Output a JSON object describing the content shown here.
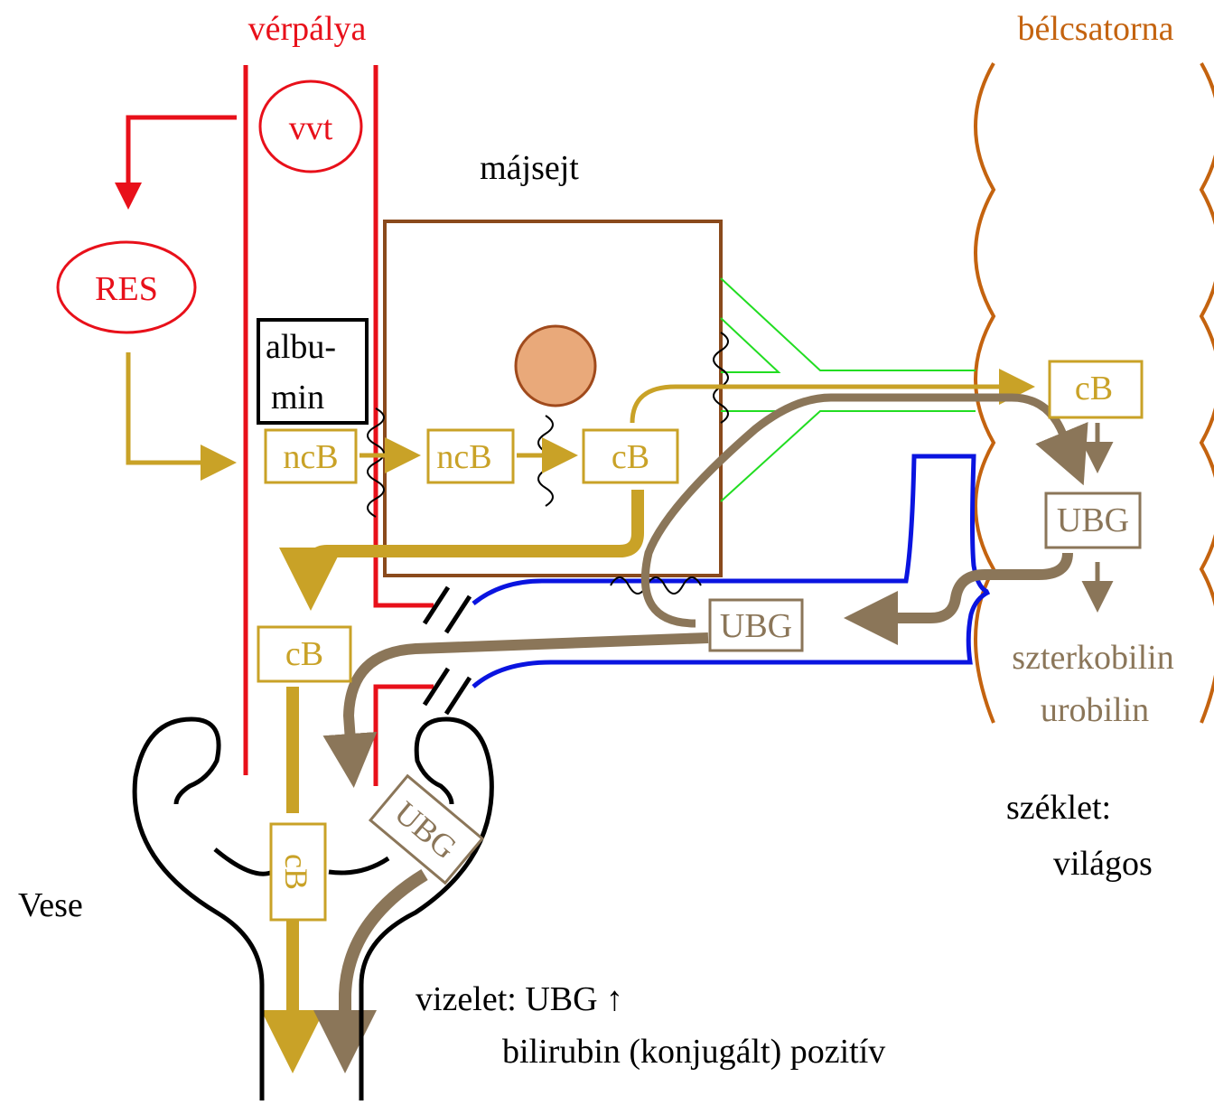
{
  "colors": {
    "blood": "#e8101a",
    "bilirubin": "#c9a227",
    "urobilinogen": "#8b7659",
    "gut": "#c4630f",
    "liver_cell": "#8a4a1c",
    "nucleus": "#e9a97a",
    "bile_duct": "#22dd22",
    "portal": "#0a14e0"
  },
  "labels": {
    "blood_vessel": "vérpálya",
    "intestine": "bélcsatorna",
    "liver_cell": "májsejt",
    "rbc": "vvt",
    "res": "RES",
    "albumin_line1": "albu-",
    "albumin_line2": "min",
    "kidney": "Vese",
    "stool": "széklet:",
    "stool_value": "világos",
    "stercobilin": "szterkobilin",
    "urobilin": "urobilin",
    "urine_line1": "vizelet: UBG ↑",
    "urine_line2": "bilirubin (konjugált) pozitív"
  },
  "boxes": {
    "ncb_blood": "ncB",
    "ncb_cell": "ncB",
    "cb_cell": "cB",
    "cb_gut": "cB",
    "ubg_gut": "UBG",
    "ubg_portal": "UBG",
    "cb_blood": "cB",
    "cb_kidney": "cB",
    "ubg_kidney": "UBG"
  }
}
